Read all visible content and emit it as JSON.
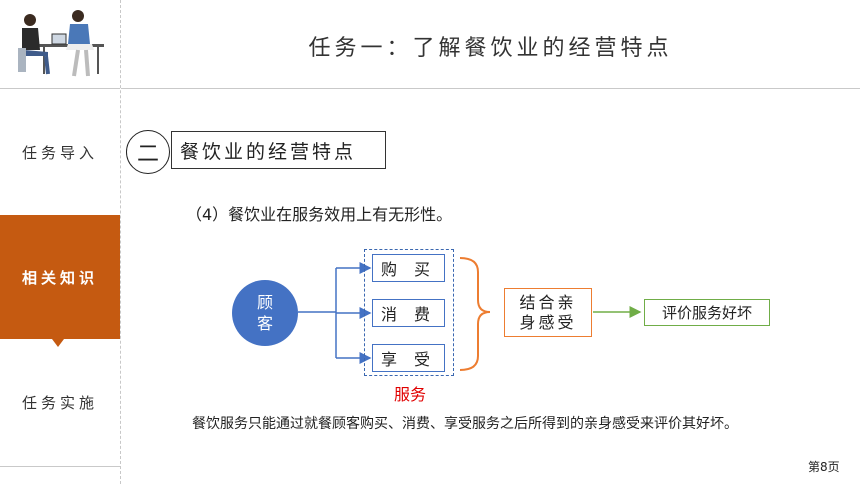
{
  "header": {
    "title": "任务一：了解餐饮业的经营特点",
    "illustration": "people-working-at-desk"
  },
  "sidebar": {
    "items": [
      {
        "label": "任务导入",
        "active": false
      },
      {
        "label": "相关知识",
        "active": true
      },
      {
        "label": "任务实施",
        "active": false
      }
    ]
  },
  "section": {
    "number": "二",
    "heading": "餐饮业的经营特点"
  },
  "point": "（4）餐饮业在服务效用上有无形性。",
  "diagram": {
    "customer": "顾客",
    "services": [
      "购 买",
      "消 费",
      "享 受"
    ],
    "services_label": "服务",
    "experience": [
      "结合亲",
      "身感受"
    ],
    "evaluation": "评价服务好坏"
  },
  "summary": "餐饮服务只能通过就餐顾客购买、消费、享受服务之后所得到的亲身感受来评价其好坏。",
  "footer": {
    "page": "第8页"
  },
  "colors": {
    "accent": "#c55a11",
    "customer": "#4472c4",
    "brace": "#ed7d31",
    "eval": "#70ad47",
    "services_label": "#e00000"
  }
}
